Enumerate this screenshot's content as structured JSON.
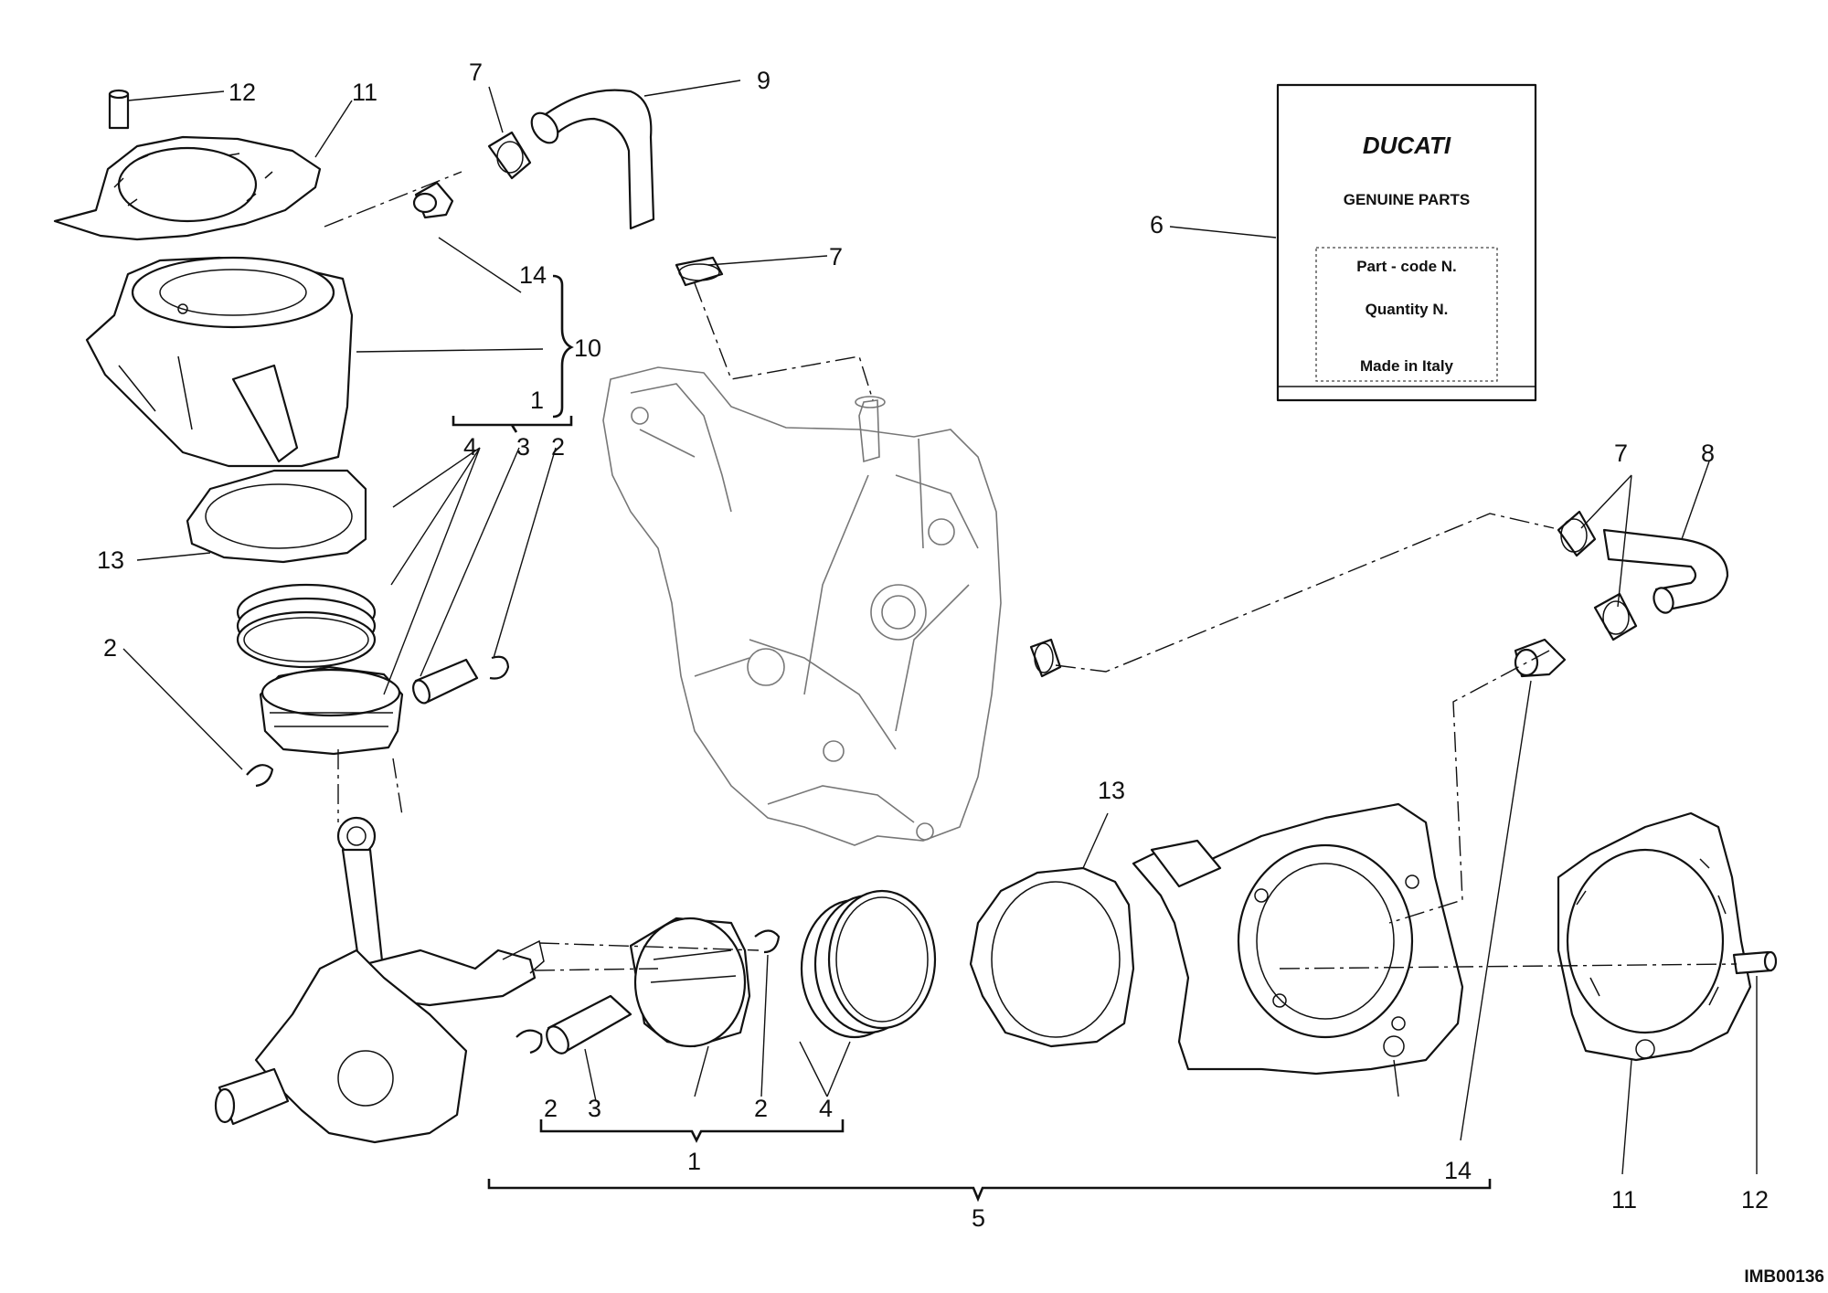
{
  "diagram": {
    "drawing_code": "IMB00136"
  },
  "label_card": {
    "brand": "DUCATI",
    "heading": "GENUINE PARTS",
    "lines": [
      "Part - code N.",
      "Quantity N.",
      "Made in Italy"
    ]
  },
  "callouts": [
    {
      "id": "c12a",
      "text": "12"
    },
    {
      "id": "c11a",
      "text": "11"
    },
    {
      "id": "c7a",
      "text": "7"
    },
    {
      "id": "c9",
      "text": "9"
    },
    {
      "id": "c7b",
      "text": "7"
    },
    {
      "id": "c14a",
      "text": "14"
    },
    {
      "id": "c10",
      "text": "10"
    },
    {
      "id": "c1a",
      "text": "1"
    },
    {
      "id": "c4a",
      "text": "4"
    },
    {
      "id": "c3a",
      "text": "3"
    },
    {
      "id": "c2a",
      "text": "2"
    },
    {
      "id": "c13a",
      "text": "13"
    },
    {
      "id": "c2b",
      "text": "2"
    },
    {
      "id": "c6",
      "text": "6"
    },
    {
      "id": "c7c",
      "text": "7"
    },
    {
      "id": "c8",
      "text": "8"
    },
    {
      "id": "c13b",
      "text": "13"
    },
    {
      "id": "c2c",
      "text": "2"
    },
    {
      "id": "c3b",
      "text": "3"
    },
    {
      "id": "c2d",
      "text": "2"
    },
    {
      "id": "c4b",
      "text": "4"
    },
    {
      "id": "c1b",
      "text": "1"
    },
    {
      "id": "c14b",
      "text": "14"
    },
    {
      "id": "c5",
      "text": "5"
    },
    {
      "id": "c11b",
      "text": "11"
    },
    {
      "id": "c12b",
      "text": "12"
    }
  ],
  "colors": {
    "line": "#111111",
    "ghost_line": "#777777",
    "background": "#ffffff"
  }
}
